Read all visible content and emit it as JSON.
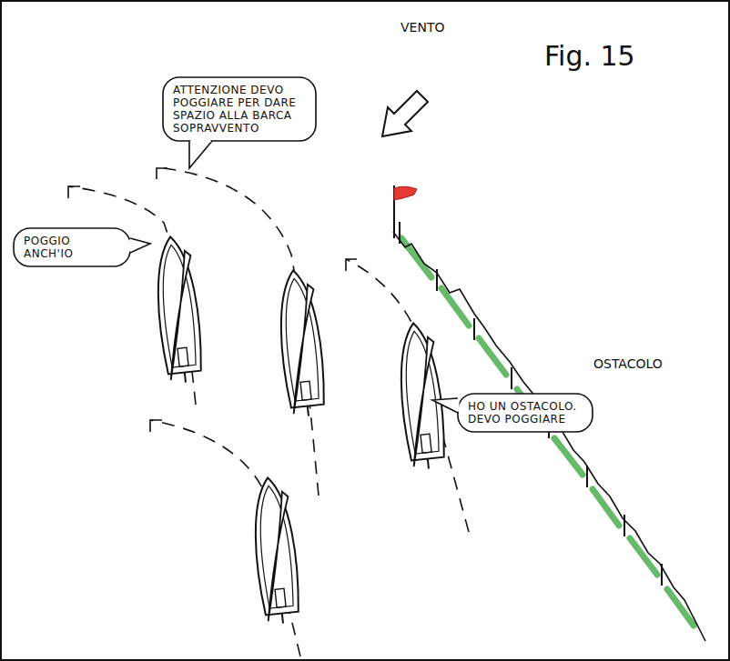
{
  "diagram": {
    "caption": "Fig. 15",
    "nodes": [
      {
        "text": [
          "ATTENZIONE DEVO POGGIARE PER DARE SPAZIO ALLA BARCA SOPRAVVENTO"
        ]
      },
      {
        "text": [
          "POGGIO ANCH'IO"
        ]
      },
      {
        "text": [
          "HO UN OSTACOLO. DEVO POGGIARE"
        ]
      }
    ],
    "labels": [
      "VENTO",
      "OSTACOLO"
    ]
  }
}
